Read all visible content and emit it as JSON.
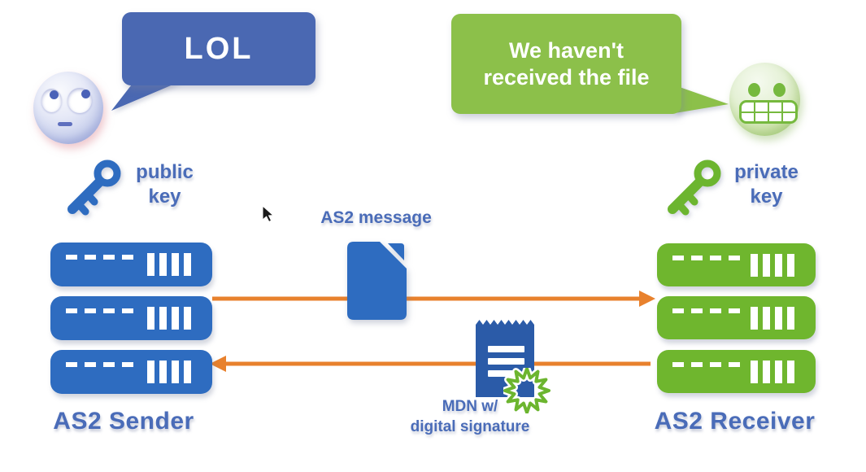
{
  "sender": {
    "speech": "LOL",
    "emoji": "face-with-rolling-eyes",
    "key_word1": "public",
    "key_word2": "key",
    "label": "AS2 Sender"
  },
  "receiver": {
    "speech_line1": "We haven't",
    "speech_line2": "received the file",
    "emoji": "grimacing-face",
    "key_word1": "private",
    "key_word2": "key",
    "label": "AS2 Receiver"
  },
  "flows": {
    "message_label": "AS2 message",
    "mdn_label_line1": "MDN w/",
    "mdn_label_line2": "digital signature"
  },
  "colors": {
    "sender_blue": "#2e6cc0",
    "receiver_green": "#6fb62e",
    "bubble_blue": "#4a68b2",
    "bubble_green": "#8cc04a",
    "label_blue": "#4a6cb8",
    "arrow_orange": "#e8812d",
    "receipt_blue": "#2b5ba8",
    "seal_green": "#6cb52f"
  }
}
